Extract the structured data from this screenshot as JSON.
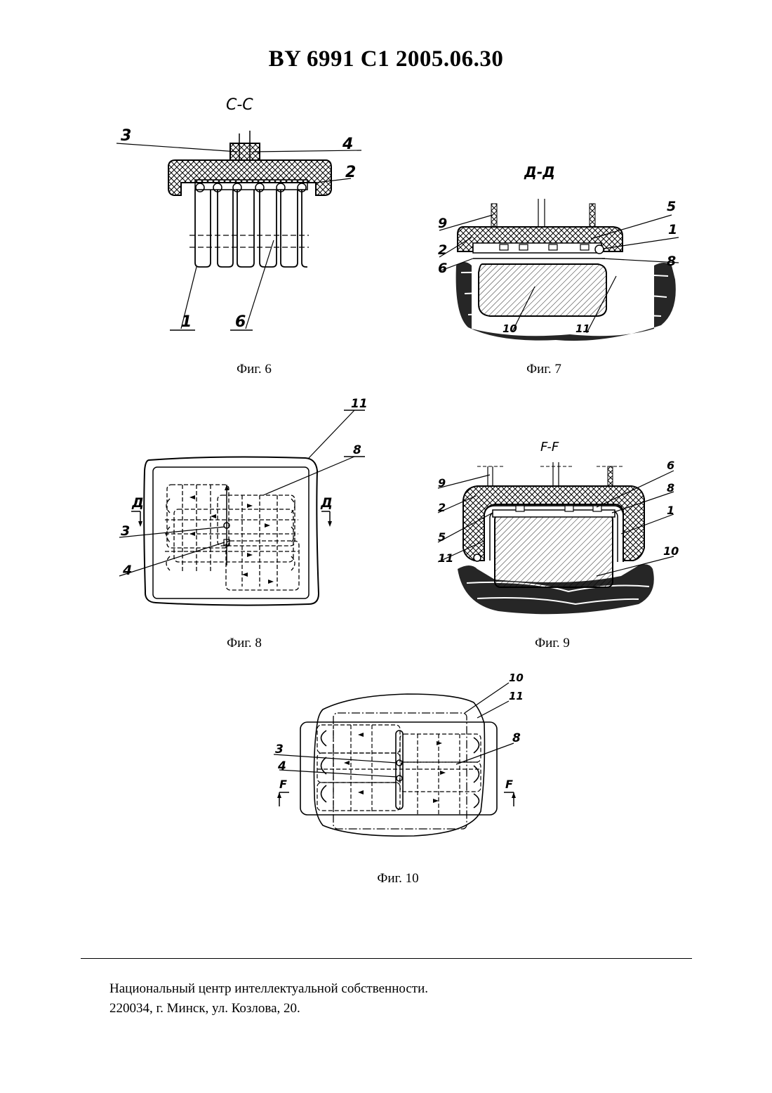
{
  "header": {
    "text": "BY  6991  C1  2005.06.30"
  },
  "figures": {
    "fig6": {
      "caption": "Фиг. 6",
      "section": "C-C",
      "labels": {
        "l3": "3",
        "l4": "4",
        "l2": "2",
        "l1": "1",
        "l6": "6"
      }
    },
    "fig7": {
      "caption": "Фиг. 7",
      "section": "Д-Д",
      "labels": {
        "l5": "5",
        "l9": "9",
        "l1": "1",
        "l2": "2",
        "l6": "6",
        "l8": "8",
        "l10": "10",
        "l11": "11"
      }
    },
    "fig8": {
      "caption": "Фиг. 8",
      "labels": {
        "l11": "11",
        "l8": "8",
        "l3": "3",
        "l4": "4",
        "d": "Д"
      }
    },
    "fig9": {
      "caption": "Фиг. 9",
      "section": "F-F",
      "labels": {
        "l6": "6",
        "l9": "9",
        "l8": "8",
        "l2": "2",
        "l1": "1",
        "l5": "5",
        "l11": "11",
        "l10": "10"
      }
    },
    "fig10": {
      "caption": "Фиг. 10",
      "labels": {
        "l10": "10",
        "l11": "11",
        "l8": "8",
        "l3": "3",
        "l4": "4",
        "f": "F"
      }
    }
  },
  "footer": {
    "line1": "Национальный центр интеллектуальной собственности.",
    "line2": "220034, г. Минск, ул. Козлова, 20."
  }
}
